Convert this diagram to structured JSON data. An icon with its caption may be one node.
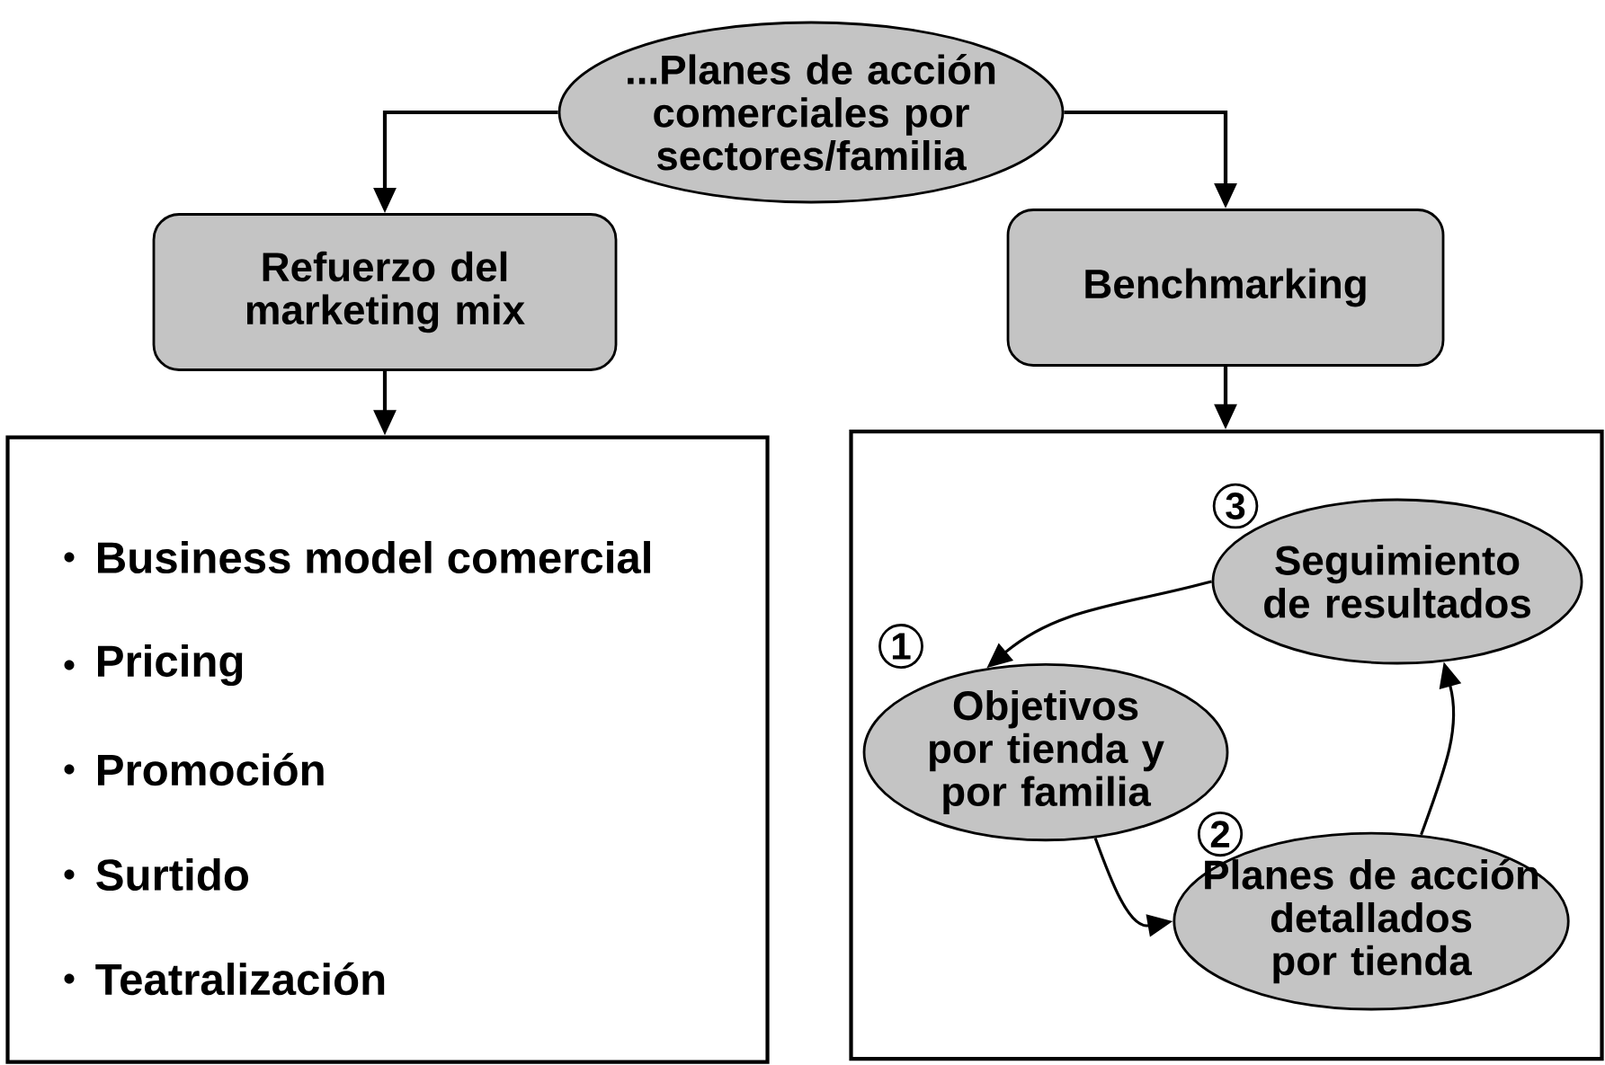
{
  "diagram": {
    "nodes": [
      {
        "text": [
          "...Planes de acción comerciales por sectores/familia"
        ]
      },
      {
        "text": [
          "Refuerzo del marketing mix"
        ]
      },
      {
        "text": [
          "Benchmarking"
        ]
      },
      {
        "text": [
          "Business model comercial",
          "Pricing",
          "Promoción",
          "Surtido",
          "Teatralización"
        ]
      },
      {
        "text": [],
        "shape": "box"
      },
      {
        "text": [
          "Seguimiento de resultados"
        ],
        "beside": [
          "3"
        ],
        "in": 4
      },
      {
        "text": [
          "Objetivos por tienda y por familia"
        ],
        "beside": [
          "1"
        ],
        "in": 4
      },
      {
        "text": [
          "Planes de acción detallados por tienda"
        ],
        "beside": [
          "2"
        ],
        "in": 4
      }
    ],
    "edges": [
      {
        "from": 0,
        "to": 1,
        "arrow": "to"
      },
      {
        "from": 0,
        "to": 2,
        "arrow": "to"
      },
      {
        "from": 1,
        "to": 3,
        "arrow": "to"
      },
      {
        "from": 2,
        "to": 4,
        "arrow": "to"
      },
      {
        "from": 5,
        "to": 6,
        "arrow": "to"
      },
      {
        "from": 6,
        "to": 7,
        "arrow": "to"
      },
      {
        "from": 7,
        "to": 5,
        "arrow": "to"
      }
    ]
  }
}
